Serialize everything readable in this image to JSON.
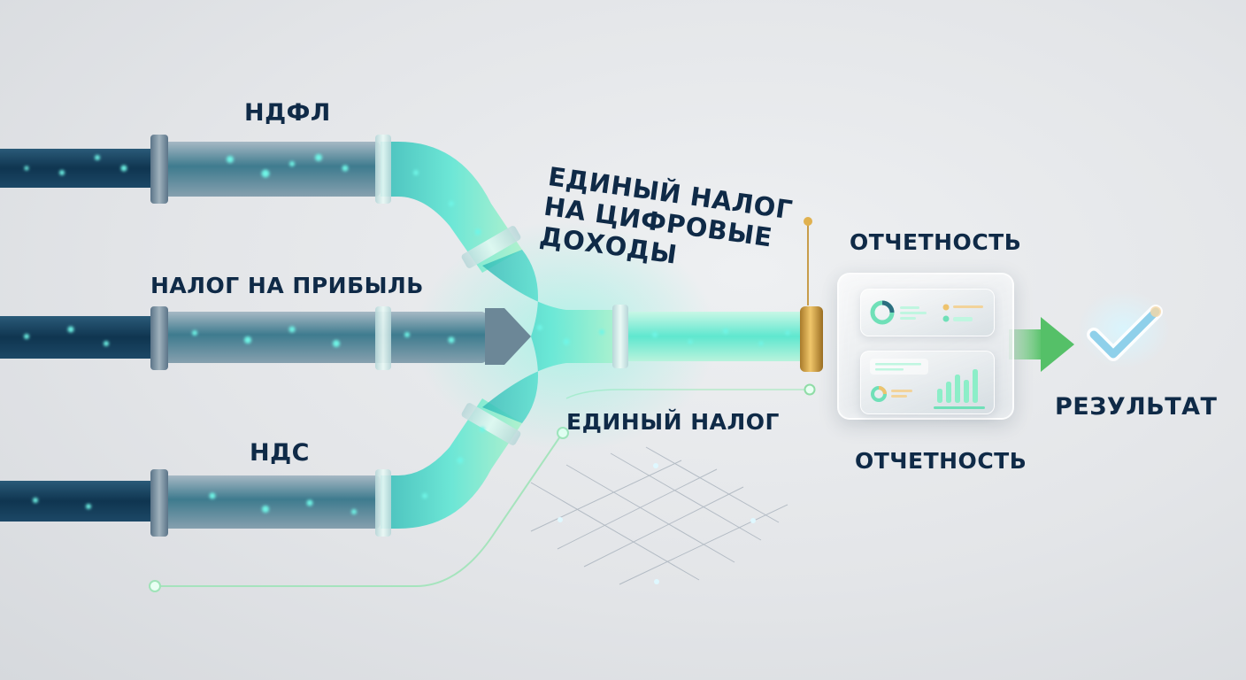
{
  "diagram": {
    "title": "Единый налог на цифровые доходы",
    "inputs": [
      {
        "label": "НДФЛ"
      },
      {
        "label": "НАЛОГ НА ПРИБЫЛЬ"
      },
      {
        "label": "НДС"
      }
    ],
    "merged_label_lines": [
      "ЕДИНЫЙ НАЛОГ",
      "НА ЦИФРОВЫЕ",
      "ДОХОДЫ"
    ],
    "single_tax_label": "ЕДИНЫЙ НАЛОГ",
    "reporting_label_top": "ОТЧЕТНОСТЬ",
    "reporting_label_bottom": "ОТЧЕТНОСТЬ",
    "result_label": "РЕЗУЛЬТАТ",
    "icons": {
      "dashboard": "dashboard-icon",
      "arrow": "arrow-right-icon",
      "check": "checkmark-icon"
    },
    "colors": {
      "text": "#0f2a47",
      "pipe_dark": "#123a55",
      "flow_teal": "#3fe0d0",
      "flow_mint": "#8ef0c8",
      "gold_ring": "#c99a3c",
      "arrow_green": "#5cc46e",
      "check_blue": "#7fc8e6"
    }
  }
}
